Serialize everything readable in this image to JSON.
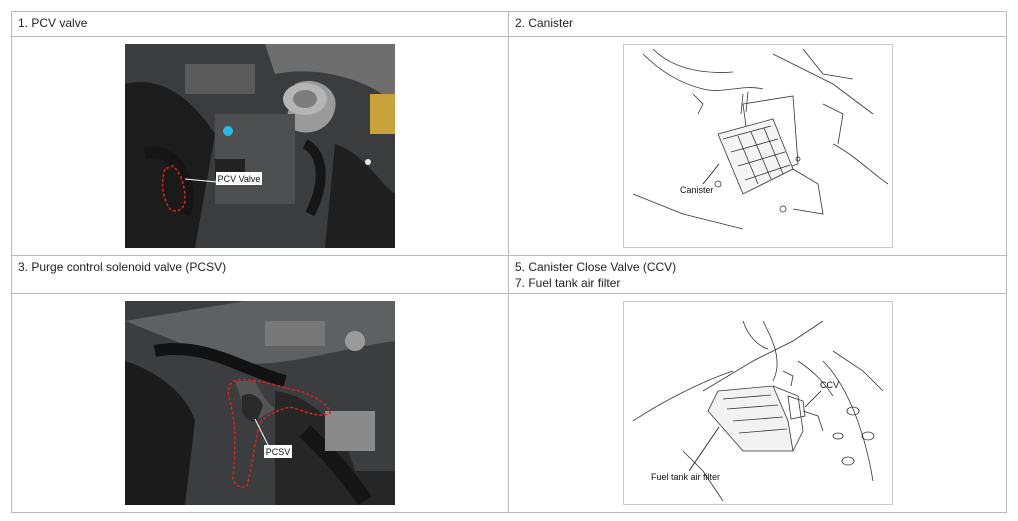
{
  "sections": [
    {
      "heading": "1. PCV valve",
      "callout": "PCV Valve"
    },
    {
      "heading": "2. Canister",
      "callout": "Canister"
    },
    {
      "heading": "3. Purge control solenoid valve (PCSV)",
      "callout": "PCSV"
    },
    {
      "heading_line1": "5. Canister Close Valve (CCV)",
      "heading_line2": "7. Fuel tank air filter",
      "callout_ccv": "CCV",
      "callout_filter": "Fuel tank air filter"
    }
  ],
  "colors": {
    "border": "#b9b9b9",
    "highlight": "#e02020"
  }
}
